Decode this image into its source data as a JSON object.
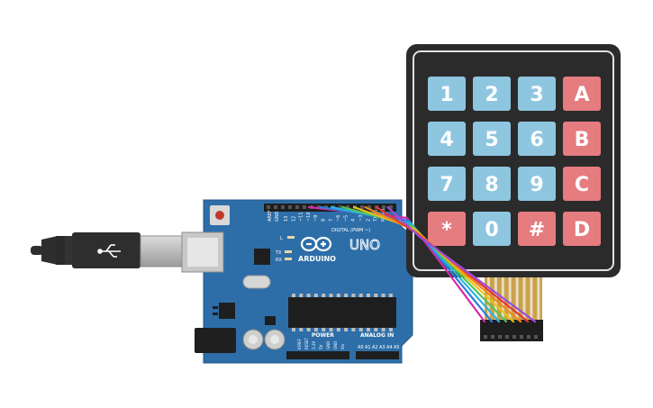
{
  "board": {
    "brand": "ARDUINO",
    "model": "UNO",
    "labels": {
      "aref": "AREF",
      "gnd": "GND",
      "digital": "DIGITAL (PWM ~)",
      "l": "L",
      "tx": "TX",
      "rx": "RX",
      "power": "POWER",
      "analog": "ANALOG IN",
      "ioref": "IOREF",
      "reset": "RESET",
      "v33": "3.3V",
      "v5": "5V",
      "gnd1": "GND",
      "gnd2": "GND",
      "vin": "Vin",
      "a0": "A0",
      "a1": "A1",
      "a2": "A2",
      "a3": "A3",
      "a4": "A4",
      "a5": "A5"
    },
    "digital_pins": [
      "13",
      "12",
      "~11",
      "~10",
      "~9",
      "8",
      "7",
      "~6",
      "~5",
      "4",
      "~3",
      "2",
      "TX→1",
      "RX←0"
    ]
  },
  "keypad": {
    "rows": [
      [
        "1",
        "2",
        "3",
        "A"
      ],
      [
        "4",
        "5",
        "6",
        "B"
      ],
      [
        "7",
        "8",
        "9",
        "C"
      ],
      [
        "*",
        "0",
        "#",
        "D"
      ]
    ],
    "colors": {
      "number_key": "#8ec6e0",
      "function_key": "#e57c80",
      "body": "#2b2b2b"
    }
  },
  "wires": {
    "colors": [
      "#d42aa8",
      "#2e7ee0",
      "#29b6e0",
      "#57c24f",
      "#e8c21c",
      "#f08a1d",
      "#e53935",
      "#9b4de0"
    ]
  },
  "colors": {
    "pcb": "#2d6ea8",
    "usb_plug": "#2e2e2e"
  }
}
